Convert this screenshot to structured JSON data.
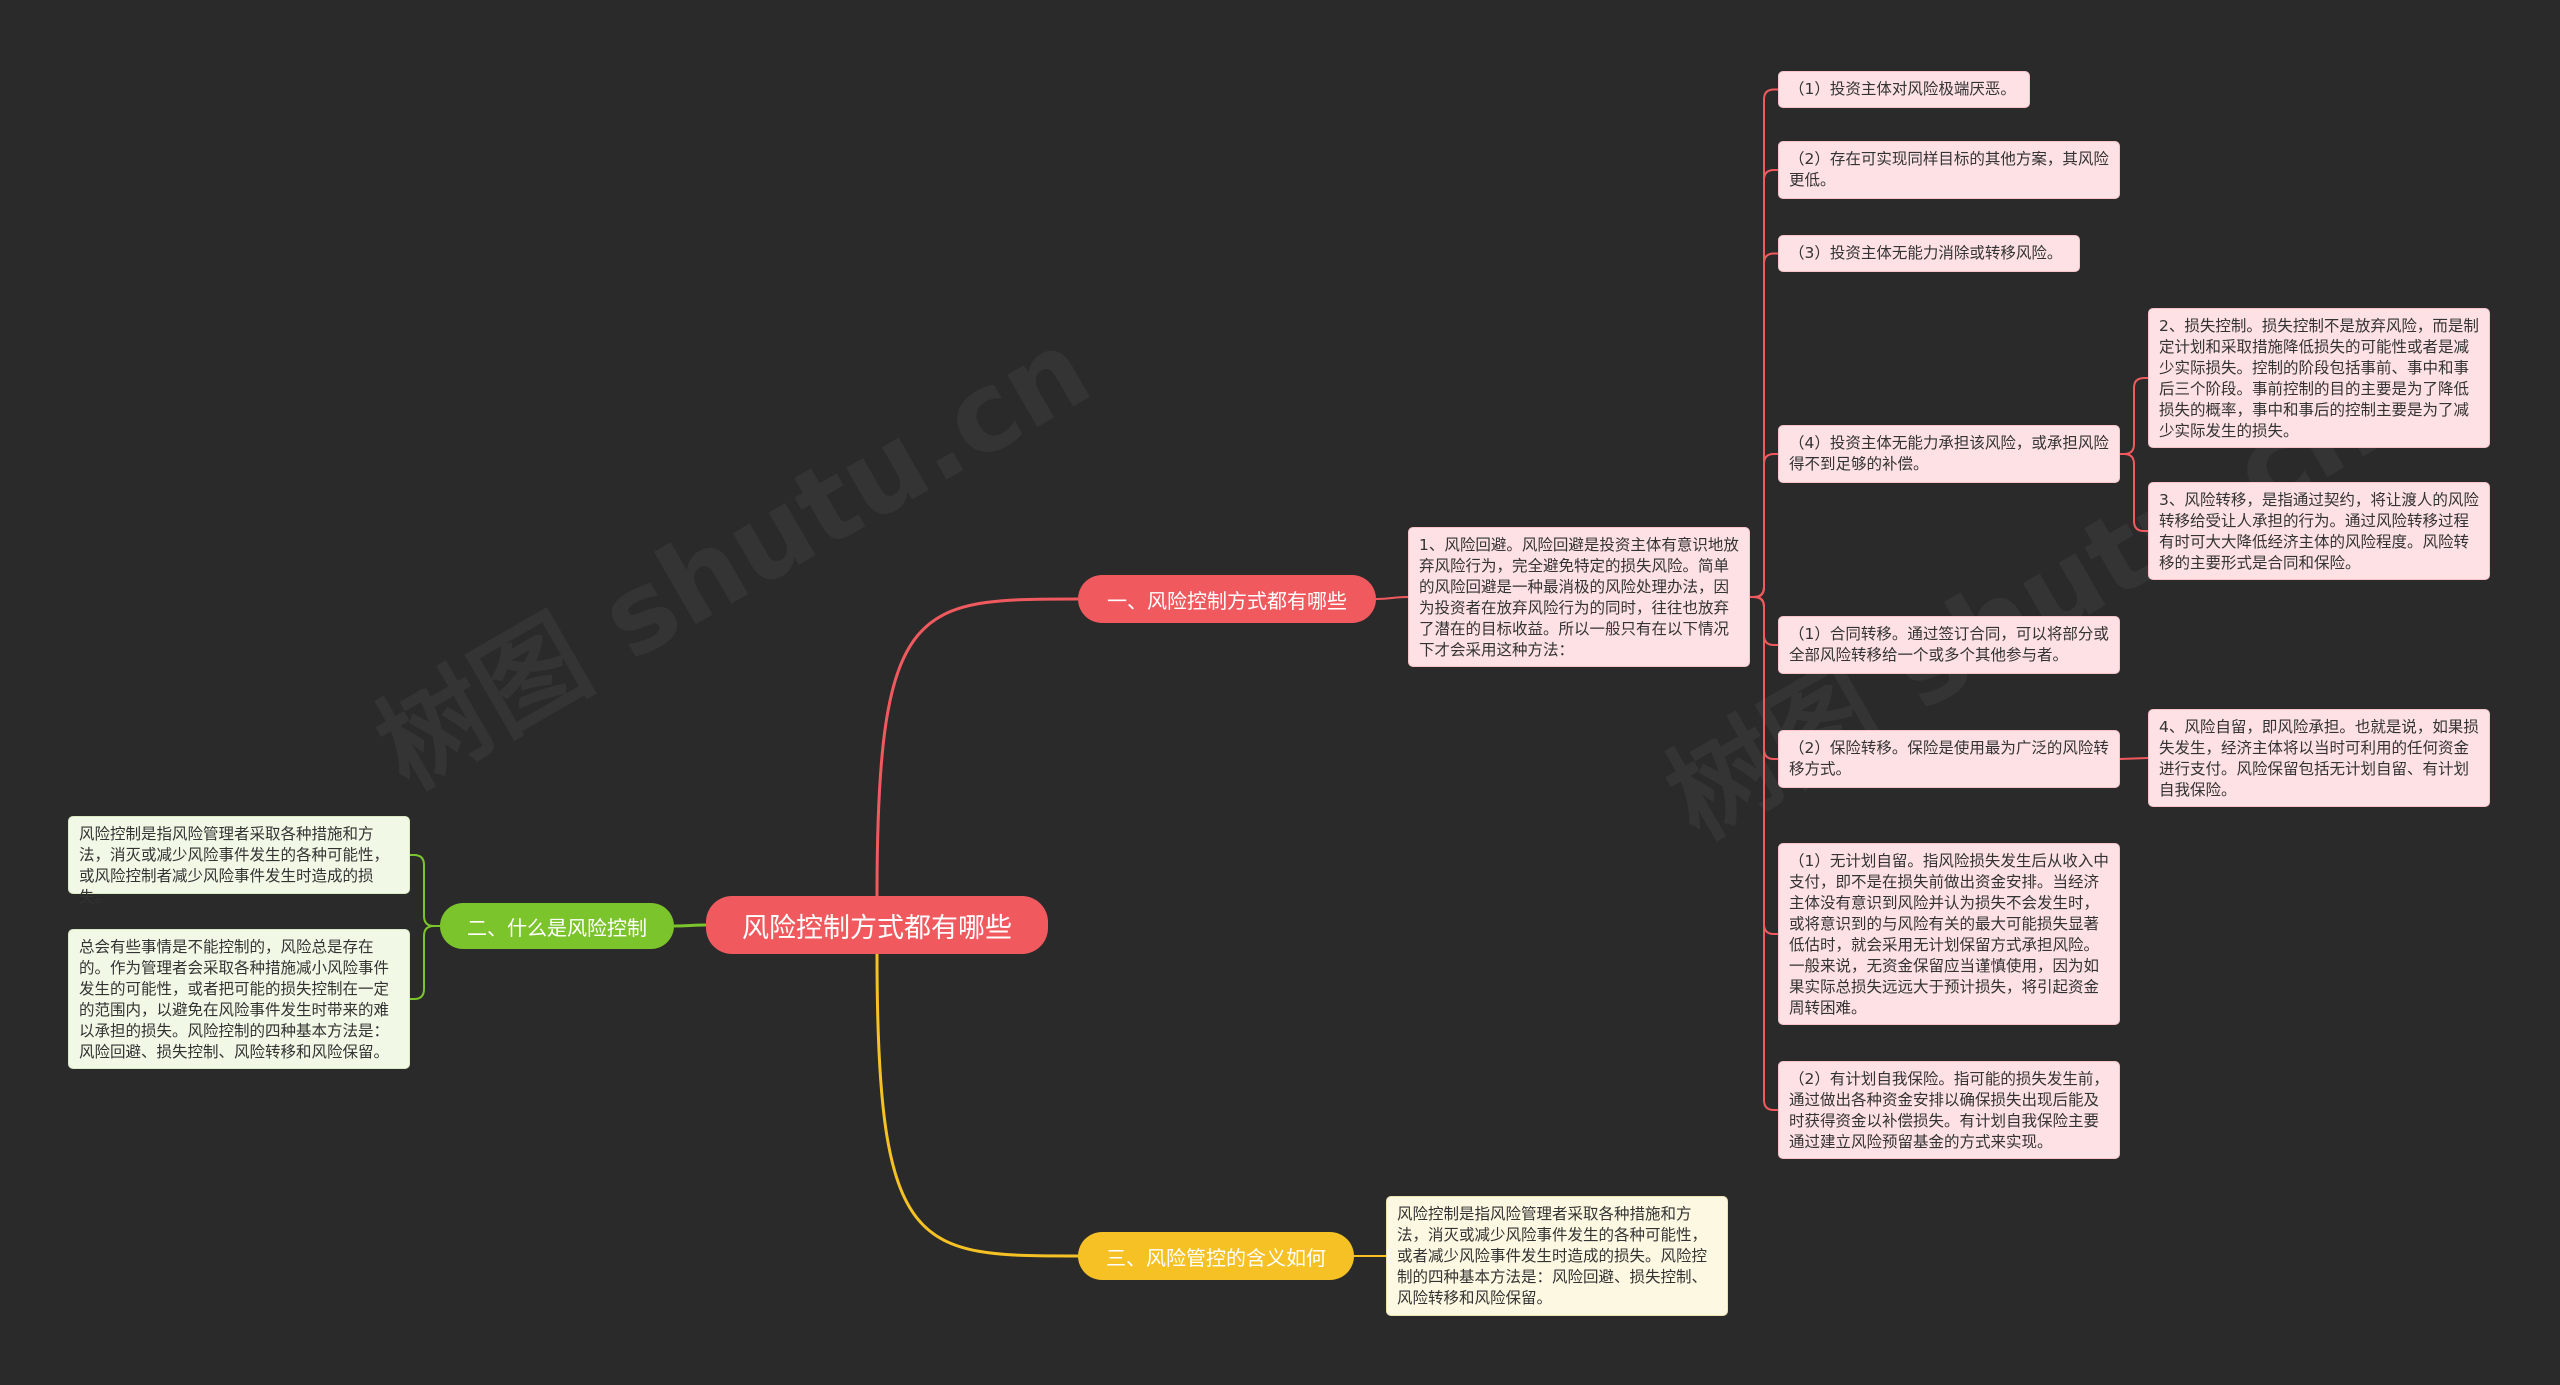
{
  "watermark": "树图 shutu.cn",
  "root": {
    "label": "风险控制方式都有哪些"
  },
  "branch1": {
    "label": "一、风险控制方式都有哪些",
    "intro": "1、风险回避。风险回避是投资主体有意识地放弃风险行为，完全避免特定的损失风险。简单的风险回避是一种最消极的风险处理办法，因为投资者在放弃风险行为的同时，往往也放弃了潜在的目标收益。所以一般只有在以下情况下才会采用这种方法：",
    "items": [
      "（1）投资主体对风险极端厌恶。",
      "（2）存在可实现同样目标的其他方案，其风险更低。",
      "（3）投资主体无能力消除或转移风险。",
      "（4）投资主体无能力承担该风险，或承担风险得不到足够的补偿。",
      "（1）合同转移。通过签订合同，可以将部分或全部风险转移给一个或多个其他参与者。",
      "（2）保险转移。保险是使用最为广泛的风险转移方式。",
      "（1）无计划自留。指风险损失发生后从收入中支付，即不是在损失前做出资金安排。当经济主体没有意识到风险并认为损失不会发生时，或将意识到的与风险有关的最大可能损失显著低估时，就会采用无计划保留方式承担风险。一般来说，无资金保留应当谨慎使用，因为如果实际总损失远远大于预计损失，将引起资金周转困难。",
      "（2）有计划自我保险。指可能的损失发生前，通过做出各种资金安排以确保损失出现后能及时获得资金以补偿损失。有计划自我保险主要通过建立风险预留基金的方式来实现。"
    ],
    "sub": [
      "2、损失控制。损失控制不是放弃风险，而是制定计划和采取措施降低损失的可能性或者是减少实际损失。控制的阶段包括事前、事中和事后三个阶段。事前控制的目的主要是为了降低损失的概率，事中和事后的控制主要是为了减少实际发生的损失。",
      "3、风险转移，是指通过契约，将让渡人的风险转移给受让人承担的行为。通过风险转移过程有时可大大降低经济主体的风险程度。风险转移的主要形式是合同和保险。",
      "4、风险自留，即风险承担。也就是说，如果损失发生，经济主体将以当时可利用的任何资金进行支付。风险保留包括无计划自留、有计划自我保险。"
    ]
  },
  "branch2": {
    "label": "二、什么是风险控制",
    "items": [
      "风险控制是指风险管理者采取各种措施和方法，消灭或减少风险事件发生的各种可能性，或风险控制者减少风险事件发生时造成的损失。",
      "总会有些事情是不能控制的，风险总是存在的。作为管理者会采取各种措施减小风险事件发生的可能性，或者把可能的损失控制在一定的范围内，以避免在风险事件发生时带来的难以承担的损失。风险控制的四种基本方法是：风险回避、损失控制、风险转移和风险保留。"
    ]
  },
  "branch3": {
    "label": "三、风险管控的含义如何",
    "items": [
      "风险控制是指风险管理者采取各种措施和方法，消灭或减少风险事件发生的各种可能性，或者减少风险事件发生时造成的损失。风险控制的四种基本方法是：风险回避、损失控制、风险转移和风险保留。"
    ]
  },
  "colors": {
    "background": "#2a2a2a",
    "red": "#f05a5f",
    "green": "#7cc42b",
    "yellow": "#f6c124",
    "pink_node": "#fde1e4",
    "green_node": "#f1f8e6",
    "cream_node": "#fdf8e1"
  }
}
